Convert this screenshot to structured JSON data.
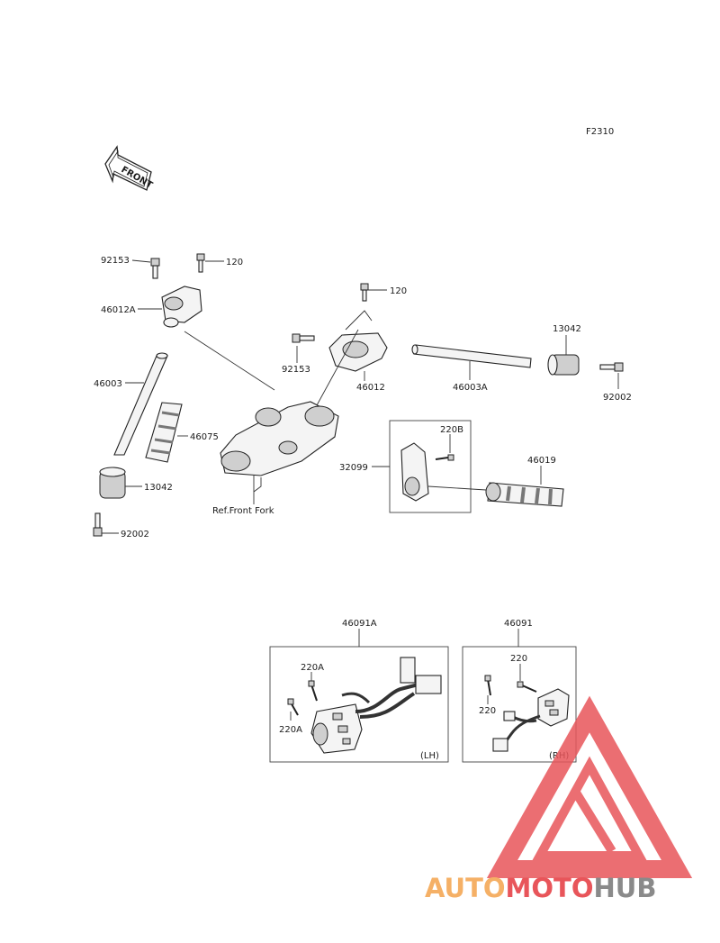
{
  "diagram": {
    "code": "F2310",
    "front_arrow": "FRONT",
    "labels": {
      "p92153_top": "92153",
      "p120_top": "120",
      "p46012A": "46012A",
      "p120_right": "120",
      "p92153_mid": "92153",
      "p46012": "46012",
      "p46003A": "46003A",
      "p13042_right": "13042",
      "p92002_right": "92002",
      "p46003": "46003",
      "p46075": "46075",
      "p220B": "220B",
      "p32099": "32099",
      "p46019": "46019",
      "p13042_left": "13042",
      "p92002_left": "92002",
      "ref_front_fork": "Ref.Front Fork",
      "p46091A": "46091A",
      "p46091": "46091",
      "p220A_1": "220A",
      "p220A_2": "220A",
      "p220_1": "220",
      "p220_2": "220",
      "lh": "(LH)",
      "rh": "(RH)"
    }
  },
  "watermark": {
    "word_part1": "AUTO",
    "word_part2": "MOTO",
    "word_part3": "HUB",
    "color_orange": "#f5b066",
    "color_red": "#e8555a",
    "color_gray": "#8a8a8a"
  }
}
